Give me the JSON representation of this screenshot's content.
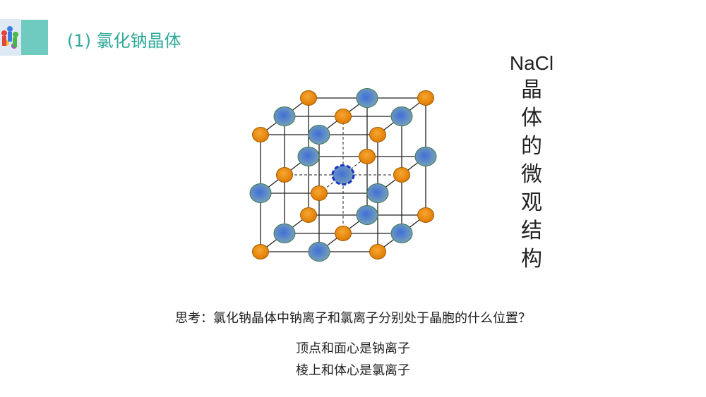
{
  "slide": {
    "title": "(1)  氯化钠晶体",
    "side_title_formula": "NaCl",
    "side_title_text": "晶体的微观结构",
    "question": "思考：氯化钠晶体中钠离子和氯离子分别处于晶胞的什么位置？",
    "answer_line1": "顶点和面心是钠离子",
    "answer_line2": "棱上和体心是氯离子"
  },
  "colors": {
    "accent_teal": "#2fa89b",
    "sodium": "#f08c14",
    "chloride": "#4f7fd1",
    "highlight": "#1a32c8"
  }
}
